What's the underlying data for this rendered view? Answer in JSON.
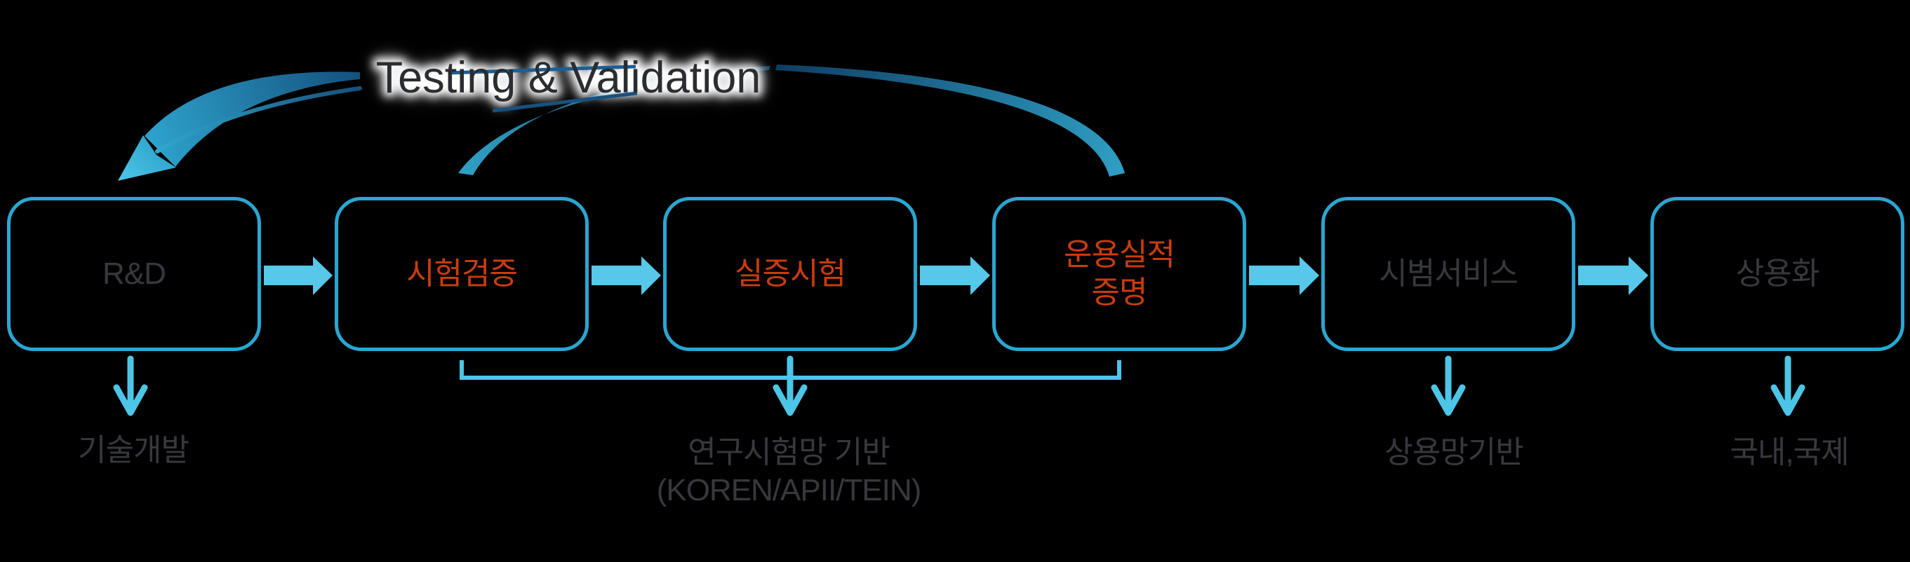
{
  "title": {
    "text": "Testing & Validation"
  },
  "stages": [
    {
      "id": "rnd",
      "lines": [
        "R&D"
      ],
      "text_color": "#36383c",
      "caption": "기술개발"
    },
    {
      "id": "test-verification",
      "lines": [
        "시험검증"
      ],
      "text_color": "#c93c0e"
    },
    {
      "id": "demonstration-test",
      "lines": [
        "실증시험"
      ],
      "text_color": "#c93c0e"
    },
    {
      "id": "operational-proof",
      "lines": [
        "운용실적",
        "증명"
      ],
      "text_color": "#c93c0e"
    },
    {
      "id": "pilot-service",
      "lines": [
        "시범서비스"
      ],
      "text_color": "#36383c",
      "caption": "상용망기반"
    },
    {
      "id": "commercialization",
      "lines": [
        "상용화"
      ],
      "text_color": "#36383c",
      "caption": "국내,국제"
    }
  ],
  "group_caption": {
    "line1": "연구시험망 기반",
    "line2": "(KOREN/APII/TEIN)"
  },
  "colors": {
    "background": "#000000",
    "box_border": "#2aa6d2",
    "flow_arrow": "#57c8e9",
    "bracket_and_drop_arrows": "#4cc5e7",
    "emphasis_text": "#c93c0e",
    "muted_text": "#36383c",
    "title_text": "#2b2d30",
    "title_halo": "#ffffff",
    "arc_dark": "#0f3d63",
    "arc_light": "#2f9fc4",
    "arc_arrowhead": "#3cbbe2"
  }
}
